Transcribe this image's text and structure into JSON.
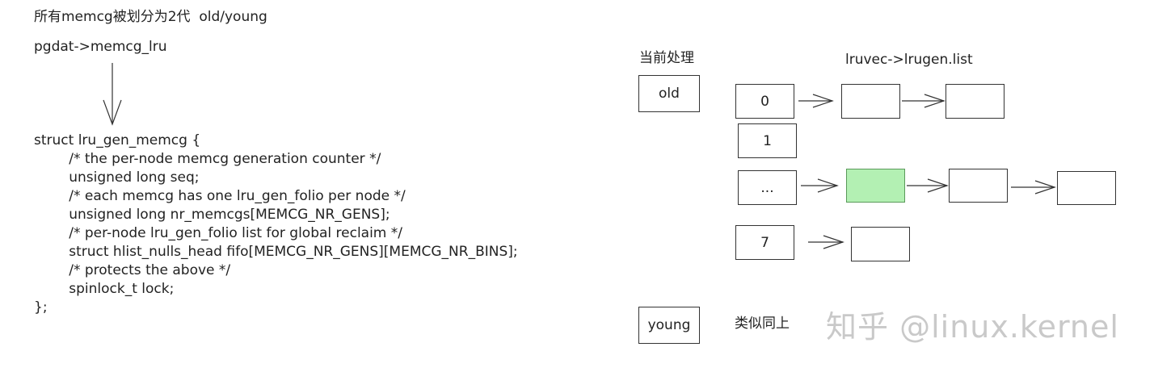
{
  "title": "所有memcg被划分为2代  old/young",
  "pgdat_label": "pgdat->memcg_lru",
  "code": [
    "struct lru_gen_memcg {",
    "        /* the per-node memcg generation counter */",
    "        unsigned long seq;",
    "        /* each memcg has one lru_gen_folio per node */",
    "        unsigned long nr_memcgs[MEMCG_NR_GENS];",
    "        /* per-node lru_gen_folio list for global reclaim */",
    "        struct hlist_nulls_head fifo[MEMCG_NR_GENS][MEMCG_NR_BINS];",
    "        /* protects the above */",
    "        spinlock_t lock;",
    "};"
  ],
  "current_label": "当前处理",
  "lrugen_label": "lruvec->lrugen.list",
  "old_label": "old",
  "young_label": "young",
  "same_label": "类似同上",
  "index_labels": [
    "0",
    "1",
    "...",
    "7"
  ],
  "watermark": "知乎 @linux.kernel",
  "colors": {
    "highlight": "#b3f0b3"
  }
}
